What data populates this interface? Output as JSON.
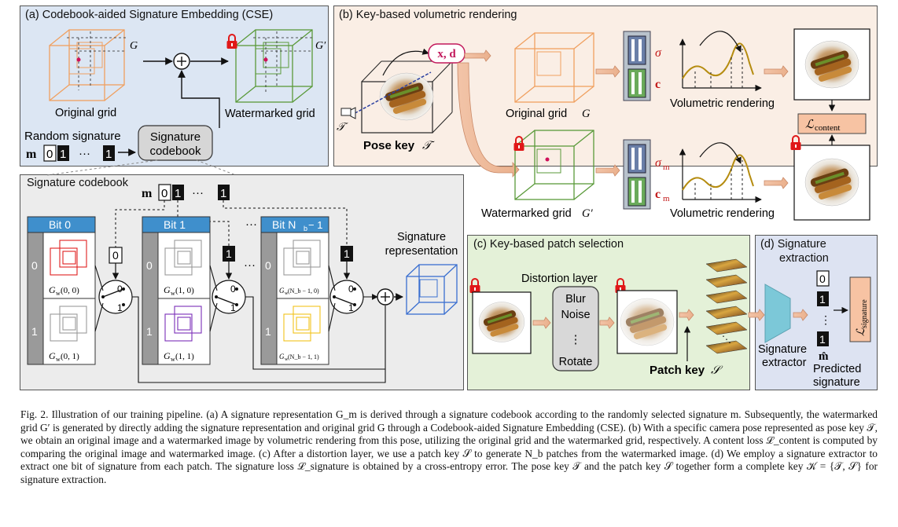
{
  "panel_a": {
    "title": "(a) Codebook-aided Signature Embedding (CSE)",
    "grid_symbol": "G",
    "grid_prime_symbol": "G′",
    "original_grid": "Original grid",
    "watermarked_grid": "Watermarked grid",
    "random_signature": "Random signature",
    "sig_var": "m",
    "sig_bits": [
      "0",
      "1",
      "···",
      "1"
    ],
    "codebook_line1": "Signature",
    "codebook_line2": "codebook"
  },
  "panel_b": {
    "title": "(b) Key-based volumetric rendering",
    "ray_input": "x, d",
    "pose_key": "Pose key",
    "pose_key_sym": "𝒯",
    "camera_sym": "𝒯",
    "sigma": "σ",
    "color": "c",
    "sigma_m": "σ",
    "color_m": "c",
    "sub_m": "m",
    "volumetric_rendering_1": "Volumetric rendering",
    "volumetric_rendering_2": "Volumetric rendering",
    "original_grid": "Original grid",
    "original_grid_sym": "G",
    "watermarked_grid": "Watermarked grid",
    "watermarked_grid_sym": "G′",
    "loss_content": "ℒ",
    "loss_content_sub": "content"
  },
  "codebook": {
    "title": "Signature codebook",
    "sig_var": "m",
    "sig_bits": [
      "0",
      "1",
      "···",
      "1"
    ],
    "bit_headers": [
      "Bit 0",
      "Bit 1",
      "Bit N"
    ],
    "bit_header_sub_last": "b",
    "bit_header_tail": " − 1",
    "row_labels": [
      "0",
      "1"
    ],
    "dots": "···",
    "switch_inputs": [
      "0",
      "1",
      "1"
    ],
    "switch_labels": [
      "0",
      "1"
    ],
    "cell_labels": [
      [
        "G",
        "(0, 0)",
        "G",
        "(0, 1)"
      ],
      [
        "G",
        "(1, 0)",
        "G",
        "(1, 1)"
      ],
      [
        "G",
        "(N_b − 1, 0)",
        "G",
        "(N_b − 1, 1)"
      ]
    ],
    "cell_sub": "w",
    "sig_rep_line1": "Signature",
    "sig_rep_line2": "representation",
    "colors": {
      "bit_header": "#3f8fcc",
      "bit0_red": "#e02020",
      "bit1_purple": "#7b2fb8",
      "bitN_yellow": "#f2c21c",
      "gray_grid": "#9a9a9a",
      "rep_blue": "#3a6fd0"
    }
  },
  "panel_c": {
    "title": "(c) Key-based patch selection",
    "distortion_layer": "Distortion layer",
    "ops": [
      "Blur",
      "Noise",
      "⋮",
      "Rotate"
    ],
    "patch_key": "Patch key",
    "patch_key_sym": "𝒮"
  },
  "panel_d": {
    "title_line1": "(d) Signature",
    "title_line2": "extraction",
    "pred_bits": [
      "0",
      "1",
      "⋮",
      "1"
    ],
    "m_hat": "m̂",
    "extractor_line1": "Signature",
    "extractor_line2": "extractor",
    "predicted_line1": "Predicted",
    "predicted_line2": "signature",
    "loss_sig": "ℒ",
    "loss_sig_sub": "signature"
  },
  "caption": "Fig. 2.  Illustration of our training pipeline. (a) A signature representation G_m is derived through a signature codebook according to the randomly selected signature m. Subsequently, the watermarked grid G′ is generated by directly adding the signature representation and original grid G through a Codebook-aided Signature Embedding (CSE). (b) With a specific camera pose represented as pose key 𝒯, we obtain an original image and a watermarked image by volumetric rendering from this pose, utilizing the original grid and the watermarked grid, respectively. A content loss ℒ_content is computed by comparing the original image and watermarked image. (c) After a distortion layer, we use a patch key 𝒮 to generate N_b patches from the watermarked image. (d) We employ a signature extractor to extract one bit of signature from each patch. The signature loss ℒ_signature is obtained by a cross-entropy error. The pose key 𝒯 and the patch key 𝒮 together form a complete key 𝒦 = {𝒯, 𝒮} for signature extraction."
}
